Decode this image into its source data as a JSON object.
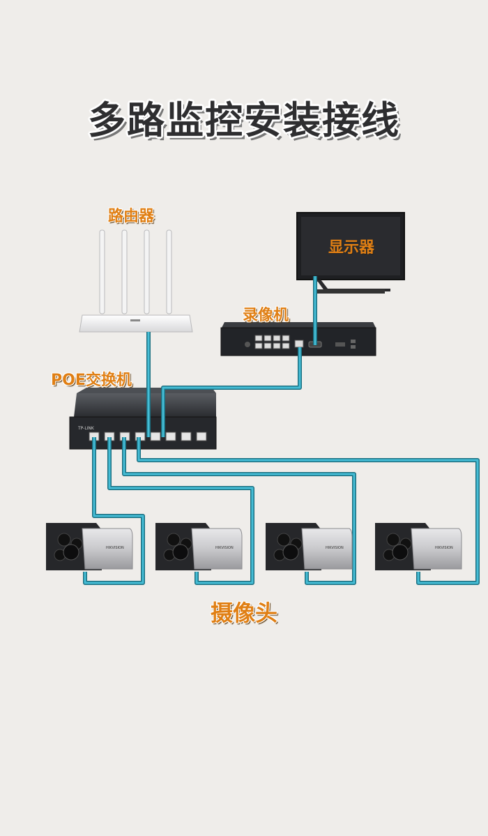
{
  "title": "多路监控安装接线",
  "labels": {
    "router": "路由器",
    "monitor": "显示器",
    "nvr": "录像机",
    "poe_switch": "POE交换机",
    "cameras": "摄像头"
  },
  "devices": {
    "switch_brand": "TP-LINK",
    "camera_brand": "HIKVISION",
    "camera_count": 4
  },
  "colors": {
    "cable": "#3fb6cf",
    "label": "#e07f14",
    "background": "#efedea"
  }
}
